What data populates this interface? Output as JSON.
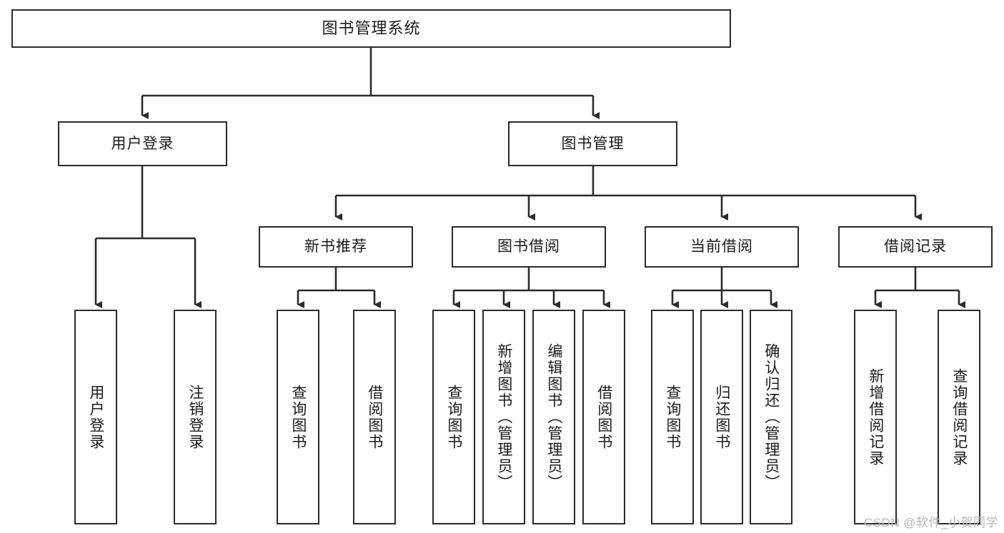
{
  "diagram": {
    "title": "图书管理系统",
    "type": "hierarchy-tree",
    "watermark": "CSDN @软件_小贺同学",
    "colors": {
      "stroke": "#2b2b2b",
      "fill": "#ffffff",
      "text": "#1b1b1b",
      "watermark": "#b7b7b7"
    },
    "root": {
      "label": "图书管理系统"
    },
    "level2": [
      {
        "label": "用户登录"
      },
      {
        "label": "图书管理"
      }
    ],
    "level3": [
      {
        "label": "新书推荐"
      },
      {
        "label": "图书借阅"
      },
      {
        "label": "当前借阅"
      },
      {
        "label": "借阅记录"
      }
    ],
    "leaves": {
      "user_login": [
        {
          "label": "用户登录"
        },
        {
          "label": "注销登录"
        }
      ],
      "new_book": [
        {
          "label": "查询图书"
        },
        {
          "label": "借阅图书"
        }
      ],
      "borrow_book": [
        {
          "label": "查询图书"
        },
        {
          "label": "新增图书（管理员）"
        },
        {
          "label": "编辑图书（管理员）"
        },
        {
          "label": "借阅图书"
        }
      ],
      "current_borrow": [
        {
          "label": "查询图书"
        },
        {
          "label": "归还图书"
        },
        {
          "label": "确认归还（管理员）"
        }
      ],
      "borrow_record": [
        {
          "label": "新增借阅记录"
        },
        {
          "label": "查询借阅记录"
        }
      ]
    }
  }
}
